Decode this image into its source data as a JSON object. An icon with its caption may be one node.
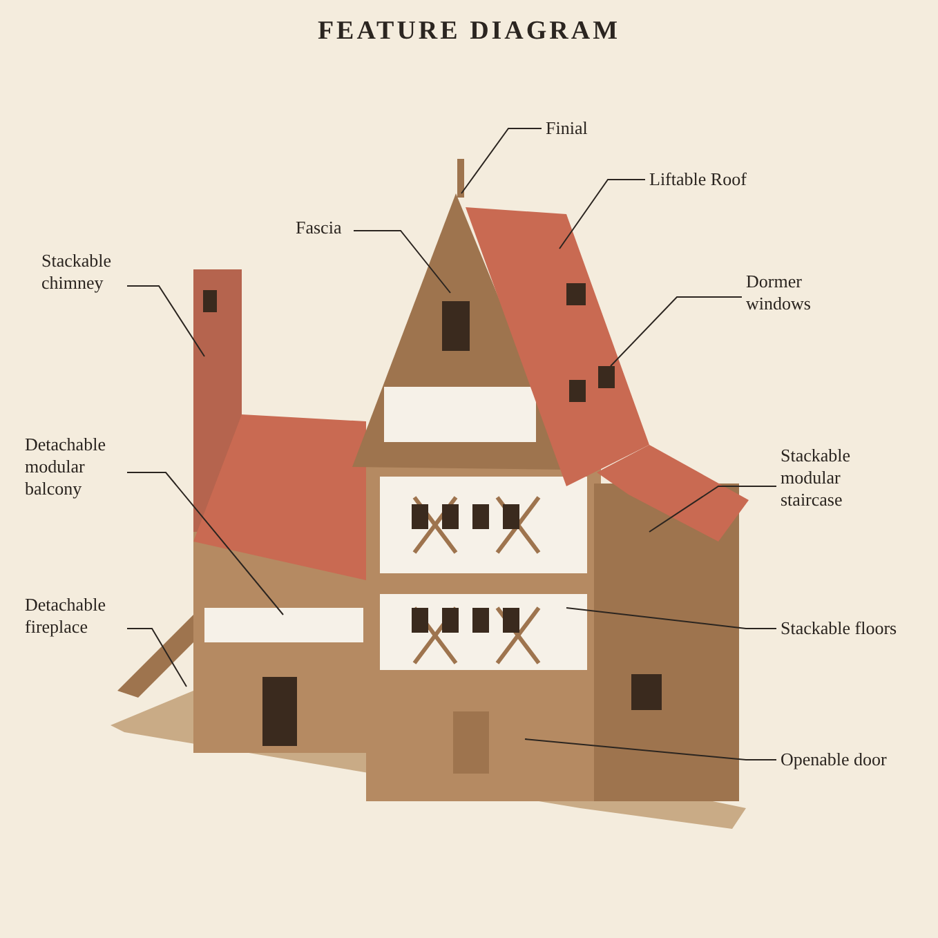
{
  "diagram": {
    "title": "FEATURE DIAGRAM",
    "nodes": [
      {
        "text": [
          "Finial"
        ]
      },
      {
        "text": [
          "Liftable Roof"
        ]
      },
      {
        "text": [
          "Fascia"
        ]
      },
      {
        "text": [
          "Stackable chimney"
        ]
      },
      {
        "text": [
          "Dormer windows"
        ]
      },
      {
        "text": [
          "Detachable modular balcony"
        ]
      },
      {
        "text": [
          "Stackable modular staircase"
        ]
      },
      {
        "text": [
          "Detachable fireplace"
        ]
      },
      {
        "text": [
          "Stackable floors"
        ]
      },
      {
        "text": [
          "Openable door"
        ]
      }
    ],
    "edges": [
      {
        "from": 0,
        "to": null,
        "arrow": "none"
      },
      {
        "from": 1,
        "to": null,
        "arrow": "none"
      },
      {
        "from": 2,
        "to": null,
        "arrow": "none"
      },
      {
        "from": 3,
        "to": null,
        "arrow": "none"
      },
      {
        "from": 4,
        "to": null,
        "arrow": "none"
      },
      {
        "from": 5,
        "to": null,
        "arrow": "none"
      },
      {
        "from": 6,
        "to": null,
        "arrow": "none"
      },
      {
        "from": 7,
        "to": null,
        "arrow": "none"
      },
      {
        "from": 8,
        "to": null,
        "arrow": "none"
      },
      {
        "from": 9,
        "to": null,
        "arrow": "none"
      }
    ]
  }
}
